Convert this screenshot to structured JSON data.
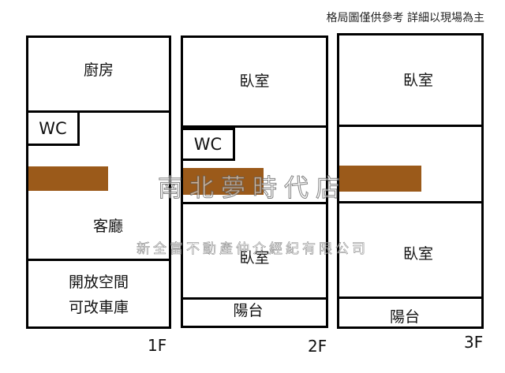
{
  "note": "格局圖僅供參考 詳細以現場為主",
  "floors": [
    {
      "level": "1F",
      "rooms": {
        "kitchen": "廚房",
        "wc": "WC",
        "living": "客廳",
        "open_space_line1": "開放空間",
        "open_space_line2": "可改車庫"
      }
    },
    {
      "level": "2F",
      "rooms": {
        "bedroom_top": "臥室",
        "wc": "WC",
        "bedroom_bottom": "臥室",
        "balcony": "陽台"
      }
    },
    {
      "level": "3F",
      "rooms": {
        "bedroom_top": "臥室",
        "bedroom_bottom": "臥室",
        "balcony": "陽台"
      }
    }
  ],
  "watermark": {
    "store": "南北夢時代店",
    "company": "新全富不動產仲介經紀有限公司"
  },
  "colors": {
    "stair": "#9b5a1a",
    "wall": "#000000"
  }
}
